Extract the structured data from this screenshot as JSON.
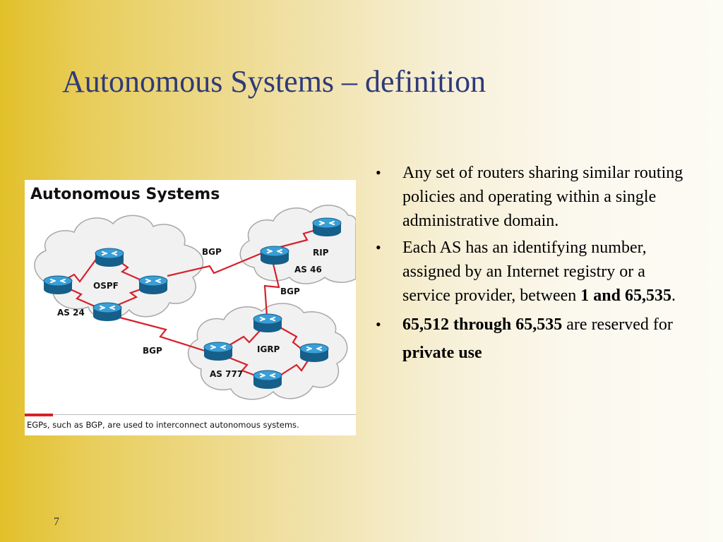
{
  "slide": {
    "title": "Autonomous Systems – definition",
    "page_number": "7"
  },
  "figure": {
    "heading": "Autonomous Systems",
    "caption": "EGPs, such as BGP, are used to interconnect autonomous systems.",
    "labels": {
      "ospf": "OSPF",
      "as24": "AS 24",
      "rip": "RIP",
      "as46": "AS 46",
      "igrp": "IGRP",
      "as777": "AS 777",
      "bgp_top": "BGP",
      "bgp_right": "BGP",
      "bgp_bottom": "BGP"
    },
    "colors": {
      "link": "#d7202b",
      "router": "#1f7fb6",
      "cloud_fill": "#f1f1f1",
      "cloud_stroke": "#a7a7a7",
      "caption_bar": "#d7202b"
    }
  },
  "bullets": [
    {
      "text": "Any set of routers sharing similar routing policies and operating within a single administrative domain."
    },
    {
      "pre": "Each AS has an identifying number, assigned by an Internet registry or a service provider, between ",
      "bold": "1 and 65,535",
      "post": "."
    },
    {
      "bold1": "65,512 through 65,535",
      "mid": " are reserved for ",
      "bold2": "private use"
    }
  ]
}
